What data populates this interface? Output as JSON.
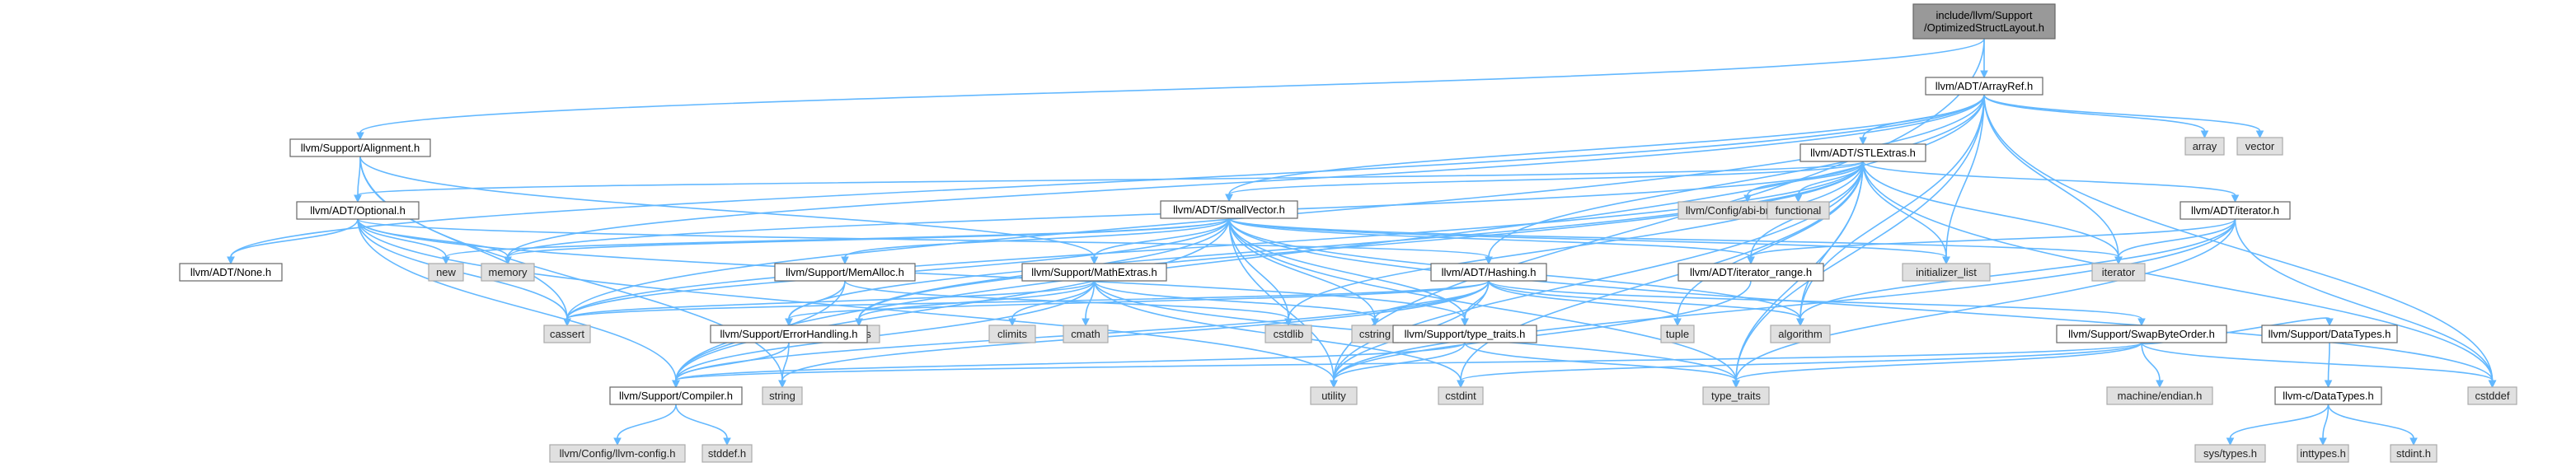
{
  "diagram": {
    "type": "include-dependency-graph",
    "colors": {
      "edge": "#63b8ff",
      "root_fill": "#999999",
      "header_fill": "#ffffff",
      "system_fill": "#e0e0e0"
    },
    "nodes": [
      {
        "id": "root",
        "label": "include/llvm/Support\n/OptimizedStructLayout.h",
        "kind": "root"
      },
      {
        "id": "arrayref",
        "label": "llvm/ADT/ArrayRef.h",
        "kind": "hdr"
      },
      {
        "id": "alignment",
        "label": "llvm/Support/Alignment.h",
        "kind": "hdr"
      },
      {
        "id": "stlextras",
        "label": "llvm/ADT/STLExtras.h",
        "kind": "hdr"
      },
      {
        "id": "array",
        "label": "array",
        "kind": "sys"
      },
      {
        "id": "vector",
        "label": "vector",
        "kind": "sys"
      },
      {
        "id": "optional",
        "label": "llvm/ADT/Optional.h",
        "kind": "hdr"
      },
      {
        "id": "smallvector",
        "label": "llvm/ADT/SmallVector.h",
        "kind": "hdr"
      },
      {
        "id": "abibreaking",
        "label": "llvm/Config/abi-breaking.h",
        "kind": "sys"
      },
      {
        "id": "functional",
        "label": "functional",
        "kind": "sys"
      },
      {
        "id": "iteratorh",
        "label": "llvm/ADT/iterator.h",
        "kind": "hdr"
      },
      {
        "id": "none",
        "label": "llvm/ADT/None.h",
        "kind": "hdr"
      },
      {
        "id": "new",
        "label": "new",
        "kind": "sys"
      },
      {
        "id": "memory",
        "label": "memory",
        "kind": "sys"
      },
      {
        "id": "memalloc",
        "label": "llvm/Support/MemAlloc.h",
        "kind": "hdr"
      },
      {
        "id": "mathextras",
        "label": "llvm/Support/MathExtras.h",
        "kind": "hdr"
      },
      {
        "id": "hashing",
        "label": "llvm/ADT/Hashing.h",
        "kind": "hdr"
      },
      {
        "id": "iterrange",
        "label": "llvm/ADT/iterator_range.h",
        "kind": "hdr"
      },
      {
        "id": "initlist",
        "label": "initializer_list",
        "kind": "sys"
      },
      {
        "id": "iterator",
        "label": "iterator",
        "kind": "sys"
      },
      {
        "id": "cassert",
        "label": "cassert",
        "kind": "sys"
      },
      {
        "id": "limits",
        "label": "limits",
        "kind": "sys"
      },
      {
        "id": "climits",
        "label": "climits",
        "kind": "sys"
      },
      {
        "id": "cmath",
        "label": "cmath",
        "kind": "sys"
      },
      {
        "id": "cstdlib",
        "label": "cstdlib",
        "kind": "sys"
      },
      {
        "id": "cstring",
        "label": "cstring",
        "kind": "sys"
      },
      {
        "id": "errorhandling",
        "label": "llvm/Support/ErrorHandling.h",
        "kind": "hdr"
      },
      {
        "id": "typetraitsh",
        "label": "llvm/Support/type_traits.h",
        "kind": "hdr"
      },
      {
        "id": "tuple",
        "label": "tuple",
        "kind": "sys"
      },
      {
        "id": "algorithm",
        "label": "algorithm",
        "kind": "sys"
      },
      {
        "id": "swapbyte",
        "label": "llvm/Support/SwapByteOrder.h",
        "kind": "hdr"
      },
      {
        "id": "datatypes",
        "label": "llvm/Support/DataTypes.h",
        "kind": "hdr"
      },
      {
        "id": "compiler",
        "label": "llvm/Support/Compiler.h",
        "kind": "hdr"
      },
      {
        "id": "string",
        "label": "string",
        "kind": "sys"
      },
      {
        "id": "utility",
        "label": "utility",
        "kind": "sys"
      },
      {
        "id": "cstdint",
        "label": "cstdint",
        "kind": "sys"
      },
      {
        "id": "type_traits",
        "label": "type_traits",
        "kind": "sys"
      },
      {
        "id": "endian",
        "label": "machine/endian.h",
        "kind": "sys"
      },
      {
        "id": "cstddef",
        "label": "cstddef",
        "kind": "sys"
      },
      {
        "id": "cdatatypes",
        "label": "llvm-c/DataTypes.h",
        "kind": "hdr"
      },
      {
        "id": "llvmconfig",
        "label": "llvm/Config/llvm-config.h",
        "kind": "sys"
      },
      {
        "id": "stddef",
        "label": "stddef.h",
        "kind": "sys"
      },
      {
        "id": "systypes",
        "label": "sys/types.h",
        "kind": "sys"
      },
      {
        "id": "inttypes",
        "label": "inttypes.h",
        "kind": "sys"
      },
      {
        "id": "stdint",
        "label": "stdint.h",
        "kind": "sys"
      }
    ],
    "edges": [
      [
        "root",
        "arrayref"
      ],
      [
        "root",
        "alignment"
      ],
      [
        "root",
        "utility"
      ],
      [
        "arrayref",
        "stlextras"
      ],
      [
        "arrayref",
        "smallvector"
      ],
      [
        "arrayref",
        "array"
      ],
      [
        "arrayref",
        "vector"
      ],
      [
        "arrayref",
        "none"
      ],
      [
        "arrayref",
        "memory"
      ],
      [
        "arrayref",
        "initlist"
      ],
      [
        "arrayref",
        "iterator"
      ],
      [
        "arrayref",
        "cassert"
      ],
      [
        "arrayref",
        "compiler"
      ],
      [
        "arrayref",
        "hashing"
      ],
      [
        "arrayref",
        "type_traits"
      ],
      [
        "arrayref",
        "cstddef"
      ],
      [
        "arrayref",
        "algorithm"
      ],
      [
        "alignment",
        "optional"
      ],
      [
        "alignment",
        "mathextras"
      ],
      [
        "alignment",
        "cassert"
      ],
      [
        "alignment",
        "string"
      ],
      [
        "stlextras",
        "optional"
      ],
      [
        "stlextras",
        "smallvector"
      ],
      [
        "stlextras",
        "abibreaking"
      ],
      [
        "stlextras",
        "functional"
      ],
      [
        "stlextras",
        "iteratorh"
      ],
      [
        "stlextras",
        "iterrange"
      ],
      [
        "stlextras",
        "initlist"
      ],
      [
        "stlextras",
        "iterator"
      ],
      [
        "stlextras",
        "cassert"
      ],
      [
        "stlextras",
        "errorhandling"
      ],
      [
        "stlextras",
        "memory"
      ],
      [
        "stlextras",
        "limits"
      ],
      [
        "stlextras",
        "cstdlib"
      ],
      [
        "stlextras",
        "tuple"
      ],
      [
        "stlextras",
        "algorithm"
      ],
      [
        "stlextras",
        "utility"
      ],
      [
        "stlextras",
        "cstdint"
      ],
      [
        "stlextras",
        "type_traits"
      ],
      [
        "stlextras",
        "cstddef"
      ],
      [
        "optional",
        "none"
      ],
      [
        "optional",
        "new"
      ],
      [
        "optional",
        "memory"
      ],
      [
        "optional",
        "cassert"
      ],
      [
        "optional",
        "compiler"
      ],
      [
        "optional",
        "utility"
      ],
      [
        "optional",
        "hashing"
      ],
      [
        "optional",
        "typetraitsh"
      ],
      [
        "smallvector",
        "memalloc"
      ],
      [
        "smallvector",
        "mathextras"
      ],
      [
        "smallvector",
        "new"
      ],
      [
        "smallvector",
        "memory"
      ],
      [
        "smallvector",
        "iterrange"
      ],
      [
        "smallvector",
        "initlist"
      ],
      [
        "smallvector",
        "iterator"
      ],
      [
        "smallvector",
        "cassert"
      ],
      [
        "smallvector",
        "limits"
      ],
      [
        "smallvector",
        "cstdlib"
      ],
      [
        "smallvector",
        "cstring"
      ],
      [
        "smallvector",
        "compiler"
      ],
      [
        "smallvector",
        "typetraitsh"
      ],
      [
        "smallvector",
        "algorithm"
      ],
      [
        "smallvector",
        "utility"
      ],
      [
        "smallvector",
        "cstddef"
      ],
      [
        "smallvector",
        "type_traits"
      ],
      [
        "iteratorh",
        "iterrange"
      ],
      [
        "iteratorh",
        "iterator"
      ],
      [
        "iteratorh",
        "cstddef"
      ],
      [
        "iteratorh",
        "type_traits"
      ],
      [
        "iteratorh",
        "utility"
      ],
      [
        "iteratorh",
        "algorithm"
      ],
      [
        "memalloc",
        "compiler"
      ],
      [
        "memalloc",
        "errorhandling"
      ],
      [
        "memalloc",
        "cstdlib"
      ],
      [
        "mathextras",
        "compiler"
      ],
      [
        "mathextras",
        "cassert"
      ],
      [
        "mathextras",
        "climits"
      ],
      [
        "mathextras",
        "cmath"
      ],
      [
        "mathextras",
        "cstdint"
      ],
      [
        "mathextras",
        "cstring"
      ],
      [
        "mathextras",
        "limits"
      ],
      [
        "mathextras",
        "type_traits"
      ],
      [
        "hashing",
        "compiler"
      ],
      [
        "hashing",
        "errorhandling"
      ],
      [
        "hashing",
        "swapbyte"
      ],
      [
        "hashing",
        "typetraitsh"
      ],
      [
        "hashing",
        "algorithm"
      ],
      [
        "hashing",
        "cassert"
      ],
      [
        "hashing",
        "cstring"
      ],
      [
        "hashing",
        "string"
      ],
      [
        "hashing",
        "tuple"
      ],
      [
        "hashing",
        "utility"
      ],
      [
        "iterrange",
        "utility"
      ],
      [
        "errorhandling",
        "compiler"
      ],
      [
        "errorhandling",
        "string"
      ],
      [
        "typetraitsh",
        "compiler"
      ],
      [
        "typetraitsh",
        "type_traits"
      ],
      [
        "typetraitsh",
        "utility"
      ],
      [
        "swapbyte",
        "compiler"
      ],
      [
        "swapbyte",
        "datatypes"
      ],
      [
        "swapbyte",
        "cstddef"
      ],
      [
        "swapbyte",
        "cstdint"
      ],
      [
        "swapbyte",
        "type_traits"
      ],
      [
        "swapbyte",
        "endian"
      ],
      [
        "datatypes",
        "cdatatypes"
      ],
      [
        "cdatatypes",
        "systypes"
      ],
      [
        "cdatatypes",
        "inttypes"
      ],
      [
        "cdatatypes",
        "stdint"
      ],
      [
        "compiler",
        "llvmconfig"
      ],
      [
        "compiler",
        "stddef"
      ]
    ]
  }
}
